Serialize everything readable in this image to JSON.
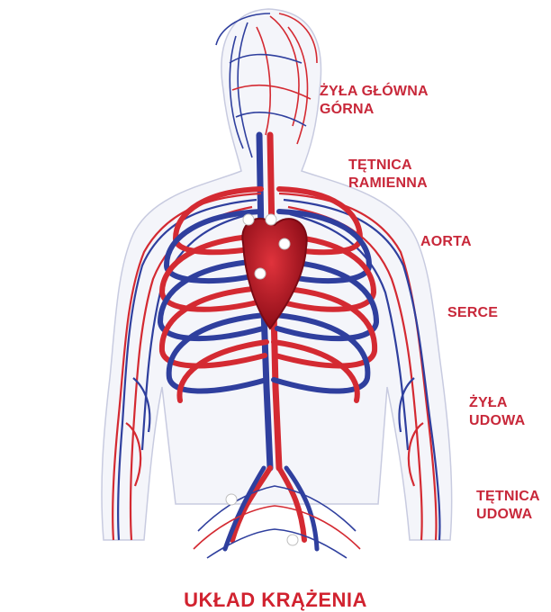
{
  "labels": {
    "vena_cava_line1": "ŻYŁA GŁÓWNA",
    "vena_cava_line2": "GÓRNA",
    "brachial_line1": "TĘTNICA",
    "brachial_line2": "RAMIENNA",
    "aorta": "AORTA",
    "heart": "SERCE",
    "femoral_vein_line1": "ŻYŁA",
    "femoral_vein_line2": "UDOWA",
    "femoral_artery_line1": "TĘTNICA",
    "femoral_artery_line2": "UDOWA"
  },
  "title": "UKŁAD KRĄŻENIA",
  "colors": {
    "artery": "#d42a32",
    "vein": "#2f3f9e",
    "label": "#c8283a",
    "heart": "#b8121f"
  }
}
